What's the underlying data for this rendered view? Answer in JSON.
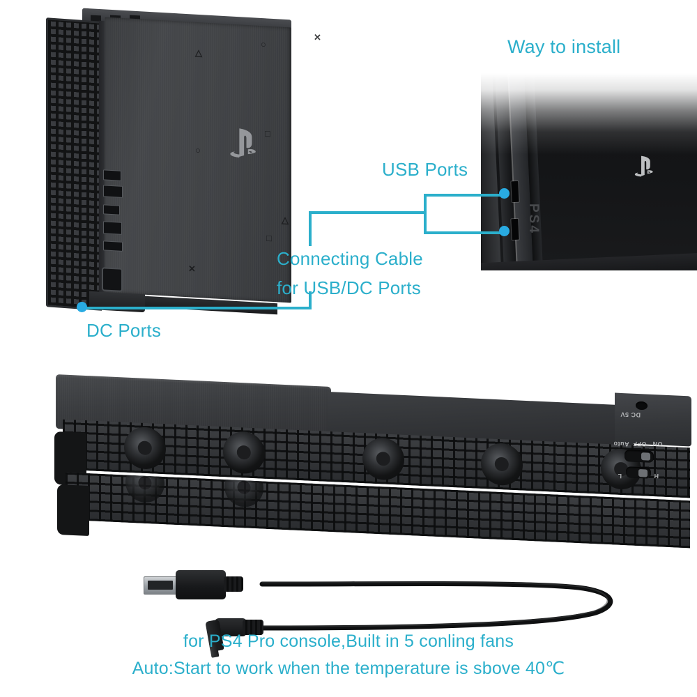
{
  "page": {
    "background": "#ffffff",
    "accent_color": "#2BAFCB",
    "dot_color": "#29ABE2"
  },
  "labels": {
    "way_to_install": "Way to install",
    "usb_ports": "USB Ports",
    "connecting_cable_line1": "Connecting Cable",
    "connecting_cable_line2": "for USB/DC Ports",
    "dc_ports": "DC Ports"
  },
  "footer": {
    "line1": "for PS4 Pro console,Built in 5 conling fans",
    "line2": "Auto:Start to work when the temperature is sbove 40℃"
  },
  "left_console": {
    "brand_logo": "playstation-logo",
    "markings": [
      "△",
      "○",
      "✕",
      "□",
      "○",
      "✕",
      "△",
      "□"
    ]
  },
  "right_console": {
    "brand_logo": "playstation-logo",
    "model_text": "PS4",
    "callout_dots": 2
  },
  "cooling_stand": {
    "power_label": "DC 5V",
    "switch_top_options": [
      "ON",
      "OFF",
      "Auto"
    ],
    "switch_bottom_options": [
      "L",
      "H"
    ],
    "fan_count": 5
  },
  "cable": {
    "usb_connector": "usb-a-connector",
    "dc_connector": "dc-barrel-plug"
  }
}
